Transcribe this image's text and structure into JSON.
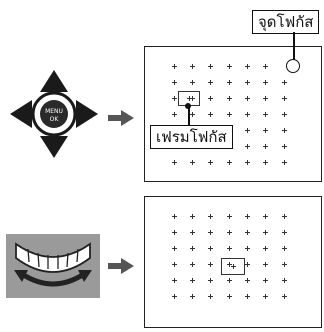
{
  "labels": {
    "focus_point": "จุดโฟกัส",
    "focus_frame": "เฟรมโฟกัส"
  },
  "icons": {
    "multi_selector": "dpad-menu-ok-icon",
    "command_dial": "command-dial-icon",
    "arrow": "right-arrow-icon"
  },
  "multi_selector_center_text": [
    "MENU",
    "OK"
  ],
  "colors": {
    "dial_background": "#9a9a9a",
    "arrow_gray": "#555555",
    "panel_border": "#222222"
  }
}
